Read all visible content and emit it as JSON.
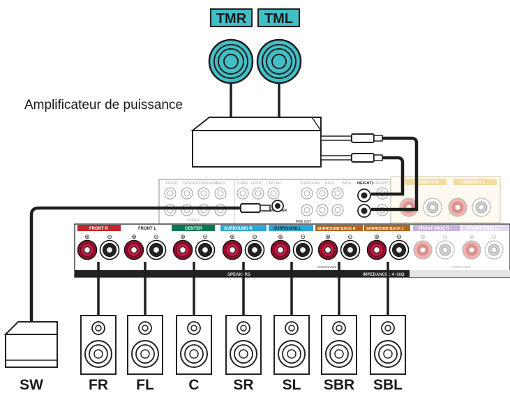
{
  "speakers_top": [
    "TMR",
    "TML"
  ],
  "amplifier_label": "Amplificateur de puissance",
  "speaker_labels": [
    "SW",
    "FR",
    "FL",
    "C",
    "SR",
    "SL",
    "SBR",
    "SBL"
  ],
  "terminals": {
    "front_r": "FRONT R",
    "front_l": "FRONT L",
    "center": "CENTER",
    "surround_r": "SURROUND R",
    "surround_l": "SURROUND L",
    "surround_back_r": "SURROUND BACK R",
    "surround_back_l": "SURROUND BACK L",
    "front_wide_r": "FRONT WIDE R",
    "front_wide_l": "FRONT WIDE L",
    "height1_r": "HEIGHT1 R",
    "height1_l": "HEIGHT1 L",
    "pre_out": "PRE OUT",
    "subwoofer": "SUBWOOFER",
    "height1": "HEIGHT1",
    "height2": "HEIGHT2",
    "speakers": "SPEAKERS",
    "impedance": "IMPEDANCE : 4~16Ω",
    "assignable": "ASSIGNABLE",
    "zone2": "ZONE 2"
  },
  "colors": {
    "tag_teal": "#42bfc4",
    "front": "#c1272d",
    "center": "#007a55",
    "surround": "#2fa8d8",
    "surround_back": "#b5651d",
    "front_wide": "#c9b3dd",
    "height": "#f2dca0",
    "terminal_red": "#b8123a"
  }
}
